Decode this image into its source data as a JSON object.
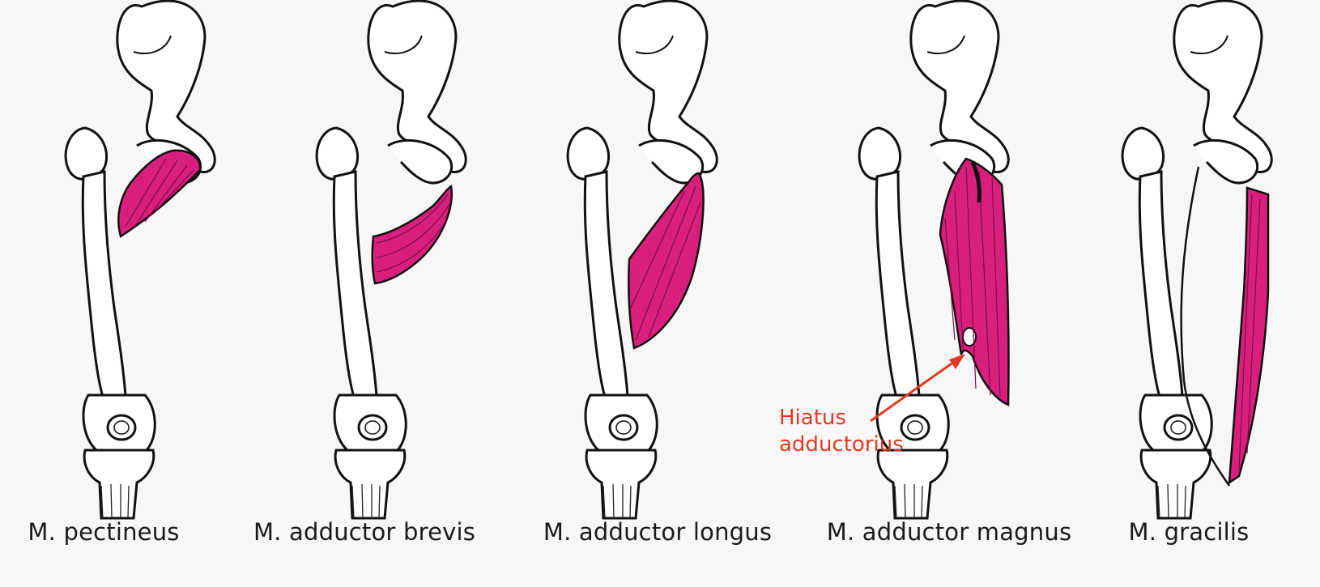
{
  "panels": [
    {
      "label": "M. pectineus",
      "muscle": "pectineus"
    },
    {
      "label": "M. adductor brevis",
      "muscle": "adductor-brevis"
    },
    {
      "label": "M. adductor longus",
      "muscle": "adductor-longus"
    },
    {
      "label": "M. adductor magnus",
      "muscle": "adductor-magnus"
    },
    {
      "label": "M. gracilis",
      "muscle": "gracilis"
    }
  ],
  "annotation": {
    "line1": "Hiatus",
    "line2": "adductorius"
  },
  "colors": {
    "muscle": "#d91f7c",
    "bone_fill": "#ffffff",
    "outline": "#111111",
    "annotation": "#e03a22",
    "background": "#f7f7f7"
  }
}
